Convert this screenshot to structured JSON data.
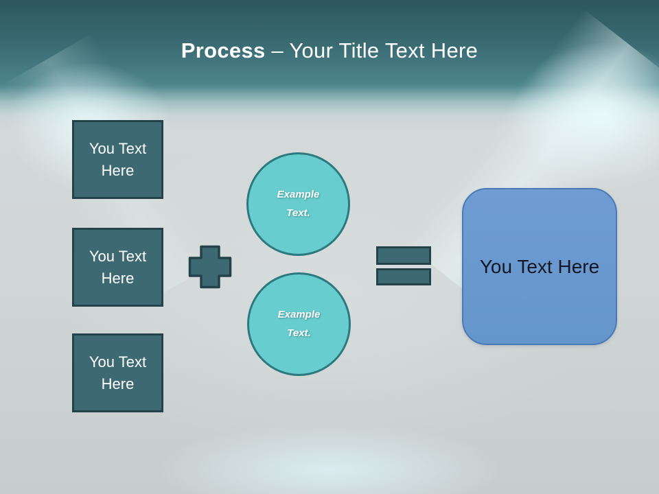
{
  "title": {
    "keyword": "Process",
    "rest": "– Your Title Text Here"
  },
  "left_boxes": [
    {
      "label": "You Text Here"
    },
    {
      "label": "You Text Here"
    },
    {
      "label": "You Text Here"
    }
  ],
  "circles": [
    {
      "label": "Example Text."
    },
    {
      "label": "Example Text."
    }
  ],
  "result_box": {
    "label": "You Text Here"
  },
  "palette": {
    "header_top": "#2e565d",
    "header_bottom": "#4e868d",
    "body_background": "#d0d5d5",
    "teal_shape_fill": "#3d6a72",
    "teal_shape_border": "#24424a",
    "circle_fill": "#68cdce",
    "circle_border": "#2c7a7f",
    "result_fill": "#6798ce",
    "result_border": "#4a7ab5",
    "title_text": "#ffffff",
    "box_text": "#ffffff",
    "result_text": "#111722"
  }
}
